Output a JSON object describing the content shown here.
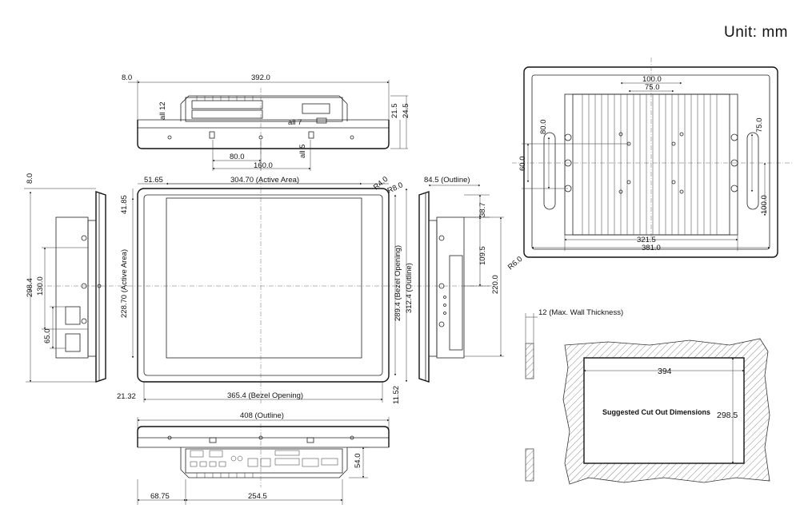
{
  "unit_label": "Unit: mm",
  "dims": {
    "top_left_8": "8.0",
    "top_width": "392.0",
    "top_all12": "all 12",
    "top_all7": "all 7",
    "top_all5": "all 5",
    "top_21_5": "21.5",
    "top_24_5": "24.5",
    "top_80": "80.0",
    "top_160": "160.0",
    "side_8": "8.0",
    "front_51_65": "51.65",
    "front_active_w": "304.70 (Active Area)",
    "front_r4": "R4.0",
    "front_r8": "R8.0",
    "front_41_85": "41.85",
    "front_active_h": "228.70 (Active Area)",
    "front_bezel_h": "289.4 (Bezel Opening)",
    "front_outline_h": "312.4 (Outline)",
    "front_21_32": "21.32",
    "front_bezel_w": "365.4 (Bezel Opening)",
    "front_11_52": "11.52",
    "left_298_4": "298.4",
    "left_130": "130.0",
    "left_65": "65.0",
    "right_84_5": "84.5 (Outline)",
    "right_38_7": "38.7",
    "right_109_5": "109.5",
    "right_220": "220.0",
    "bottom_outline_w": "408 (Outline)",
    "bottom_54": "54.0",
    "bottom_68_75": "68.75",
    "bottom_254_5": "254.5",
    "back_100": "100.0",
    "back_75": "75.0",
    "back_80": "80.0",
    "back_60": "60.0",
    "back_75r": "75.0",
    "back_100r": "100.0",
    "back_321_5": "321.5",
    "back_381": "381.0",
    "back_r6": "R6.0",
    "cut_wall": "12 (Max. Wall Thickness)",
    "cut_394": "394",
    "cut_caption": "Suggested Cut Out Dimensions",
    "cut_298_5": "298.5"
  }
}
